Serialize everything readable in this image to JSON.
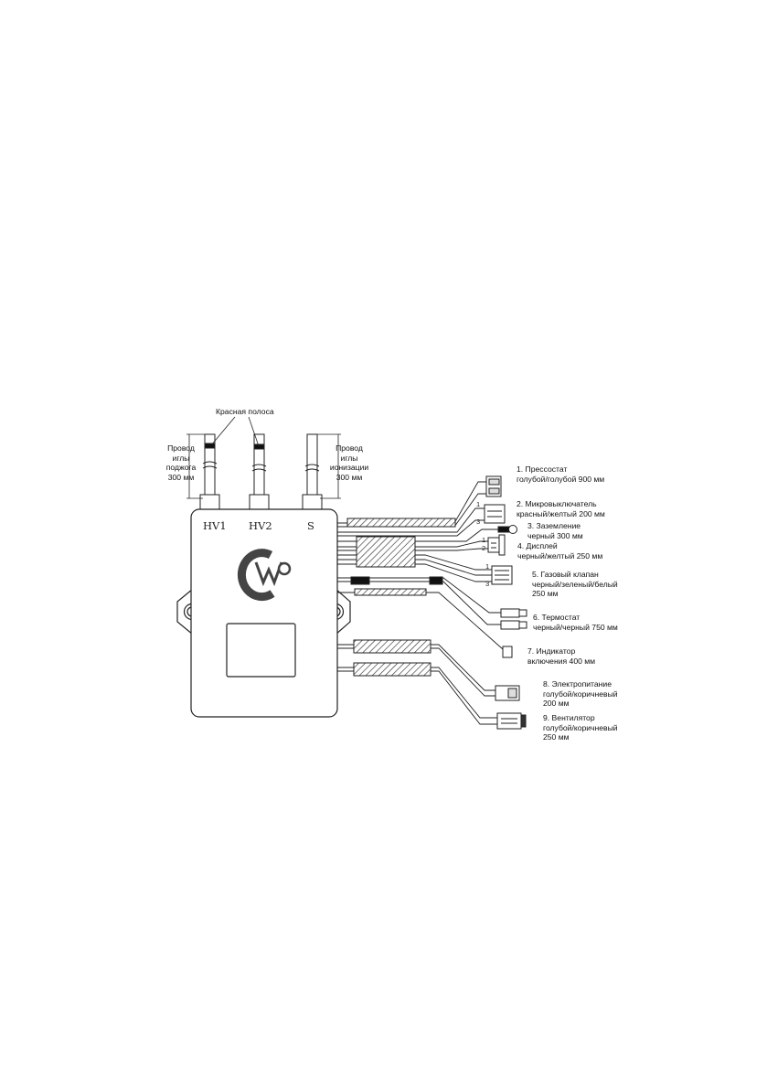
{
  "red_stripe_label": "Красная полоса",
  "wire_labels": {
    "ignition": [
      "Провод",
      "иглы",
      "поджога",
      "300 мм"
    ],
    "ionization": [
      "Провод",
      "иглы",
      "ионизации",
      "300 мм"
    ]
  },
  "terminals": [
    "HV1",
    "HV2",
    "S"
  ],
  "connections": [
    {
      "title": "1. Прессостат",
      "detail": "голубой/голубой 900 мм"
    },
    {
      "title": "2. Микровыключатель",
      "detail": "красный/желтый 200 мм"
    },
    {
      "title": "3. Заземление",
      "detail": "черный 300 мм"
    },
    {
      "title": "4. Дисплей",
      "detail": "черный/желтый 250 мм"
    },
    {
      "title": "5. Газовый клапан",
      "detail": "черный/зеленый/белый",
      "detail2": "250 мм"
    },
    {
      "title": "6. Термостат",
      "detail": "черный/черный 750 мм"
    },
    {
      "title": "7. Индикатор",
      "detail": "включения 400 мм"
    },
    {
      "title": "8. Электропитание",
      "detail": "голубой/коричневый",
      "detail2": "200 мм"
    },
    {
      "title": "9. Вентилятор",
      "detail": "голубой/коричневый",
      "detail2": "250 мм"
    }
  ],
  "pin_numbers": {
    "c2_top": "1",
    "c2_bottom": "3",
    "c4_top": "1",
    "c4_mid": "2",
    "c5_top": "1",
    "c5_bottom": "3"
  }
}
